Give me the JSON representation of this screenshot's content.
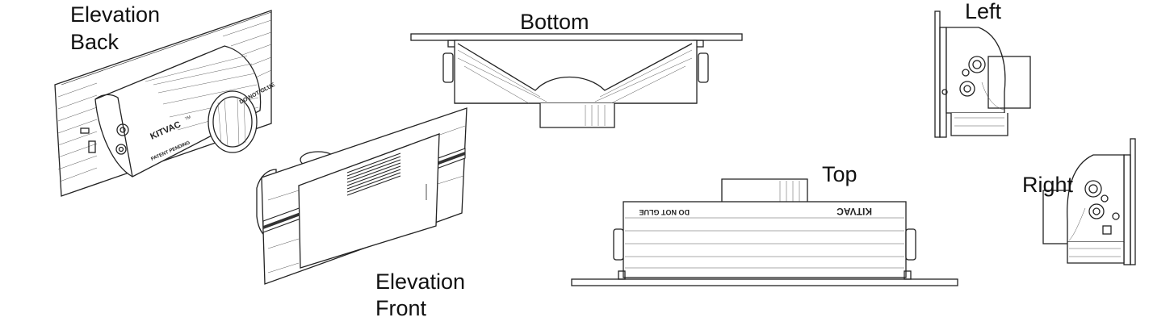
{
  "labels": {
    "elevation_back_line1": "Elevation",
    "elevation_back_line2": "Back",
    "elevation_front_line1": "Elevation",
    "elevation_front_line2": "Front",
    "bottom": "Bottom",
    "top": "Top",
    "left": "Left",
    "right": "Right"
  },
  "product_markings": {
    "brand": "KITVAC",
    "trademark": "TM",
    "patent": "PATENT PENDING",
    "warning": "DO NOT GLUE"
  },
  "colors": {
    "line": "#222222",
    "background": "#ffffff"
  }
}
